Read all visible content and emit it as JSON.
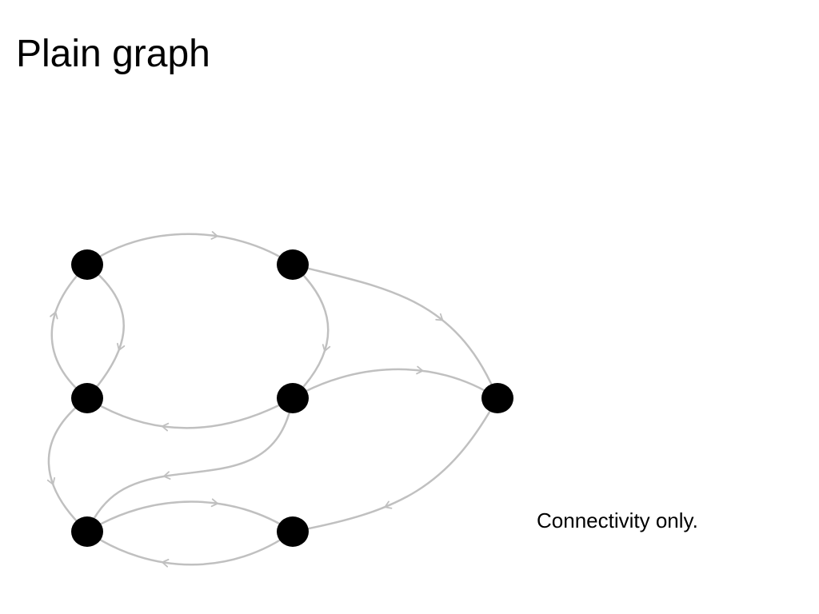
{
  "slide": {
    "title": "Plain graph",
    "caption": "Connectivity only."
  },
  "graph": {
    "edge_color": "#c0c0c0",
    "node_color": "#000000",
    "nodes": [
      "n1",
      "n2",
      "n3",
      "n4",
      "n5",
      "n6",
      "n7"
    ],
    "edges": [
      {
        "from": "n1",
        "to": "n2"
      },
      {
        "from": "n1",
        "to": "n3"
      },
      {
        "from": "n3",
        "to": "n1"
      },
      {
        "from": "n2",
        "to": "n4"
      },
      {
        "from": "n2",
        "to": "n5"
      },
      {
        "from": "n4",
        "to": "n3"
      },
      {
        "from": "n4",
        "to": "n5"
      },
      {
        "from": "n3",
        "to": "n6"
      },
      {
        "from": "n4",
        "to": "n6"
      },
      {
        "from": "n6",
        "to": "n7"
      },
      {
        "from": "n7",
        "to": "n6"
      },
      {
        "from": "n5",
        "to": "n7"
      }
    ]
  }
}
